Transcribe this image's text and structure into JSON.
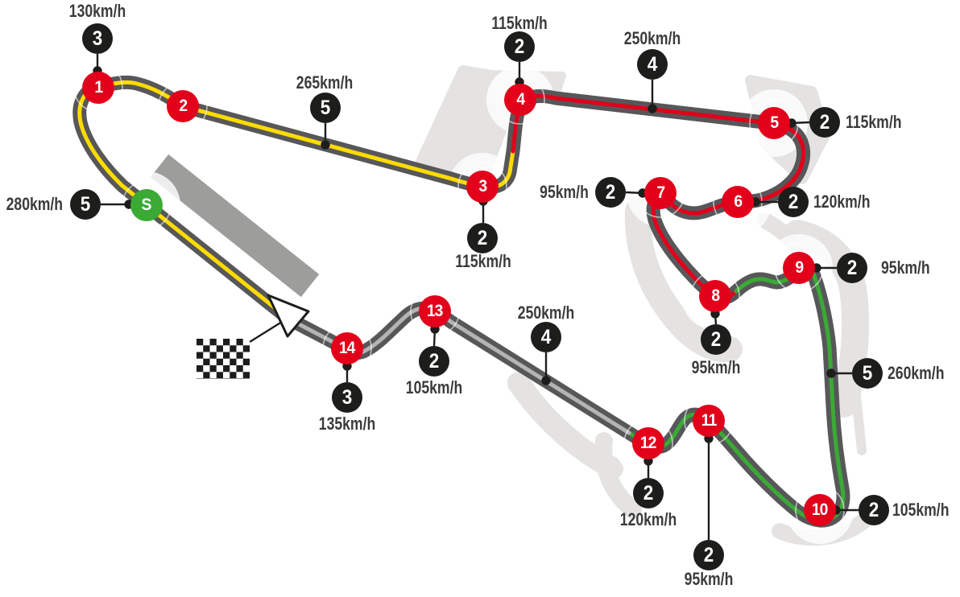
{
  "colors": {
    "background": "#ffffff",
    "track": "#57575a",
    "sector1_yellow": "#ffdc00",
    "sector2_red": "#e2001a",
    "sector3_green": "#3aaa35",
    "sector4_silver": "#b5b4b4",
    "corner_marker": "#e2001a",
    "start_marker": "#3aaa35",
    "gear_badge": "#1d1d1b",
    "label_text": "#3b3b3a",
    "runoff_gray": "#e4e3e2",
    "pitlane_gray": "#9d9d9c"
  },
  "start": {
    "label": "S",
    "gear": "5",
    "speed": "280km/h"
  },
  "corners": [
    {
      "number": "1",
      "gear": "3",
      "speed": "130km/h"
    },
    {
      "number": "2"
    },
    {
      "number": "3",
      "gear": "2",
      "speed": "115km/h"
    },
    {
      "number": "4",
      "gear": "2",
      "speed": "115km/h"
    },
    {
      "number": "5",
      "gear": "2",
      "speed": "115km/h"
    },
    {
      "number": "6",
      "gear": "2",
      "speed": "120km/h"
    },
    {
      "number": "7",
      "gear": "2",
      "speed": "95km/h"
    },
    {
      "number": "8",
      "gear": "2",
      "speed": "95km/h"
    },
    {
      "number": "9",
      "gear": "2",
      "speed": "95km/h"
    },
    {
      "number": "10",
      "gear": "2",
      "speed": "105km/h"
    },
    {
      "number": "11",
      "gear": "2",
      "speed": "95km/h"
    },
    {
      "number": "12",
      "gear": "2",
      "speed": "120km/h"
    },
    {
      "number": "13",
      "gear": "2",
      "speed": "105km/h"
    },
    {
      "number": "14",
      "gear": "3",
      "speed": "135km/h"
    }
  ],
  "straights": [
    {
      "after_corner": "2",
      "gear": "5",
      "speed": "265km/h"
    },
    {
      "after_corner": "4",
      "gear": "4",
      "speed": "250km/h"
    },
    {
      "after_corner": "9",
      "gear": "5",
      "speed": "260km/h"
    },
    {
      "after_corner": "12",
      "gear": "4",
      "speed": "250km/h"
    }
  ]
}
